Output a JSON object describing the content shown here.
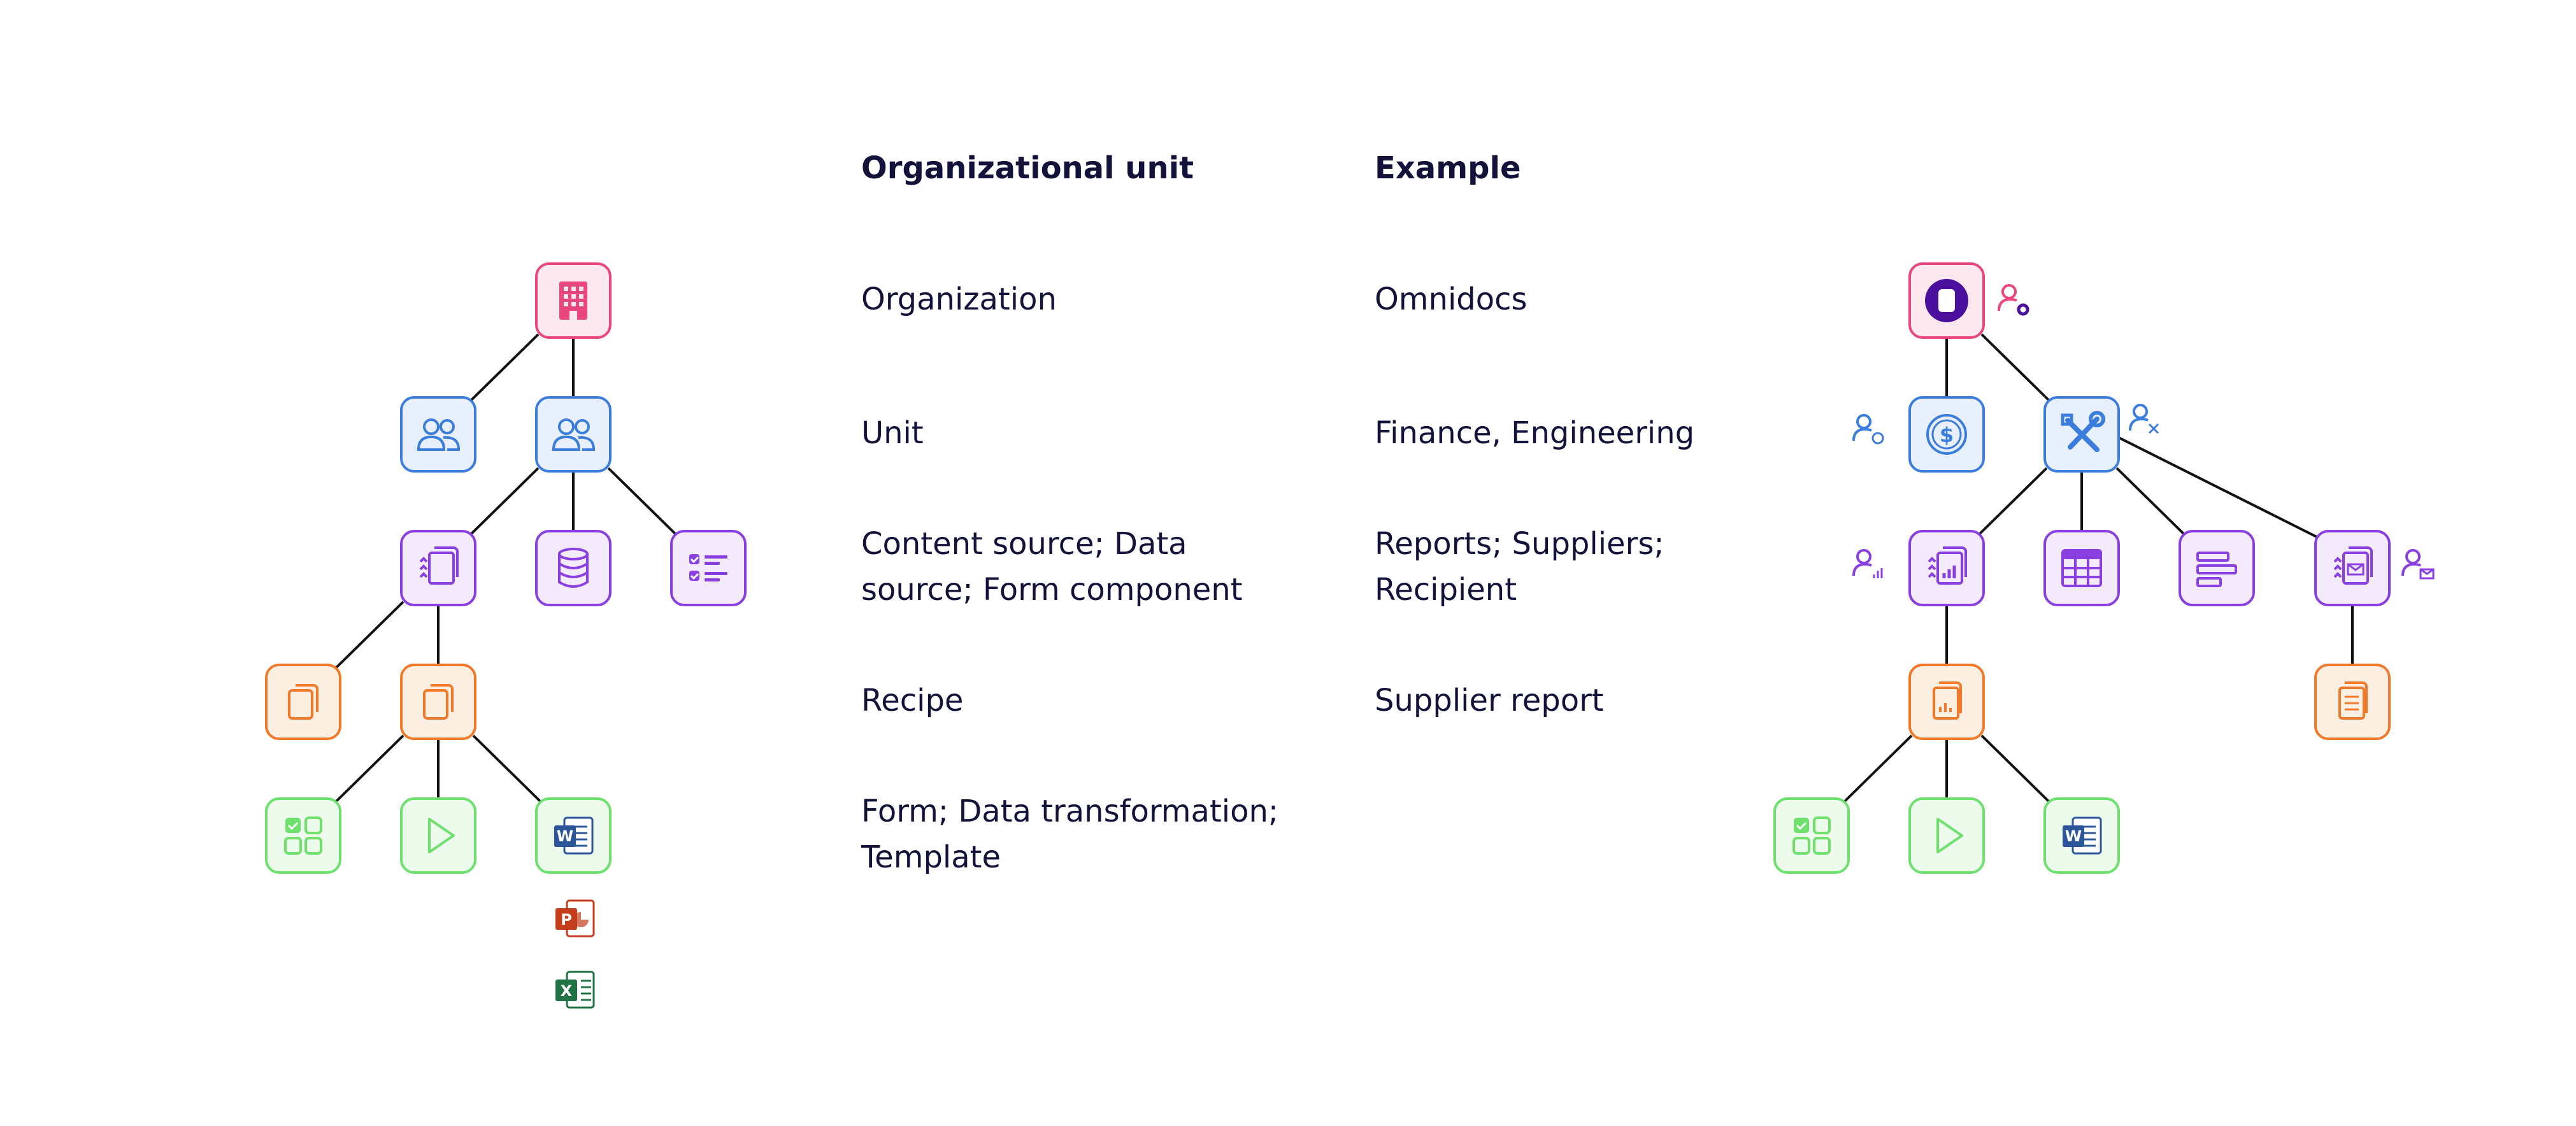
{
  "headers": {
    "unit": "Organizational unit",
    "example": "Example"
  },
  "rows": [
    {
      "unit": "Organization",
      "example": "Omnidocs"
    },
    {
      "unit": "Unit",
      "example": "Finance, Engineering"
    },
    {
      "unit_lines": [
        "Content source; Data",
        "source; Form component"
      ],
      "example_lines": [
        "Reports; Suppliers;",
        "Recipient"
      ]
    },
    {
      "unit": "Recipe",
      "example": "Supplier report"
    },
    {
      "unit_lines": [
        "Form; Data transformation;",
        "Template"
      ],
      "example": ""
    }
  ],
  "colors": {
    "organization": "#e8467c",
    "unit": "#3b7ddd",
    "source": "#8a3fe0",
    "recipe": "#f07a2a",
    "output": "#6ee06e",
    "word": "#2b579a",
    "powerpoint": "#c43e1c",
    "excel": "#217346",
    "connector": "#111111"
  },
  "icons": {
    "left_tree": [
      "building-icon",
      "users-icon",
      "users-icon",
      "documents-stack-icon",
      "database-icon",
      "checklist-icon",
      "copy-icon",
      "copy-icon",
      "form-grid-icon",
      "play-icon",
      "word-icon",
      "powerpoint-icon",
      "excel-icon"
    ],
    "right_tree": [
      "omnidocs-logo-icon",
      "finance-dollar-icon",
      "engineering-tools-icon",
      "report-chart-icon",
      "table-icon",
      "align-bars-icon",
      "mail-stack-icon",
      "report-doc-icon",
      "document-lines-icon",
      "form-grid-icon",
      "play-icon",
      "word-icon",
      "user-key-icon",
      "user-money-icon",
      "user-tools-icon",
      "user-chart-icon",
      "user-mail-icon"
    ]
  }
}
